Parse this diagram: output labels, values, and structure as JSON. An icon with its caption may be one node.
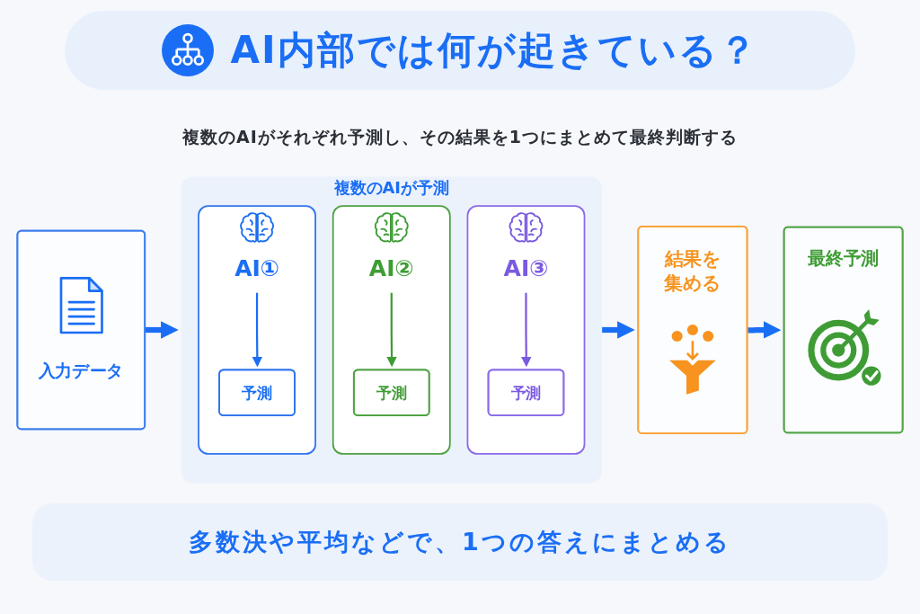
{
  "diagram": {
    "title": "AI内部では何が起きている？",
    "nodes": [
      {
        "text": [
          "入力データ"
        ]
      },
      {
        "text": [
          "複数のAIが予測"
        ]
      },
      {
        "text": [],
        "shape": "box",
        "in": 1
      },
      {
        "text": [
          "AI①"
        ],
        "in": 2
      },
      {
        "text": [
          "予測"
        ],
        "in": 2
      },
      {
        "text": [],
        "shape": "box",
        "in": 1
      },
      {
        "text": [
          "AI②"
        ],
        "in": 5
      },
      {
        "text": [
          "予測"
        ],
        "in": 5
      },
      {
        "text": [],
        "shape": "box",
        "in": 1
      },
      {
        "text": [
          "AI③"
        ],
        "in": 8
      },
      {
        "text": [
          "予測"
        ],
        "in": 8
      },
      {
        "text": [
          "結果を集める"
        ]
      },
      {
        "text": [
          "最終予測"
        ]
      }
    ],
    "edges": [
      {
        "from": 0,
        "to": 1,
        "arrow": "to",
        "style": "thick"
      },
      {
        "from": 3,
        "to": 4,
        "arrow": "to"
      },
      {
        "from": 6,
        "to": 7,
        "arrow": "to",
        "color": "#3f9c35"
      },
      {
        "from": 9,
        "to": 10,
        "arrow": "to",
        "color": "#7a5ae0"
      },
      {
        "from": 1,
        "to": 11,
        "arrow": "to",
        "style": "thick"
      },
      {
        "from": 11,
        "to": 12,
        "arrow": "to",
        "style": "thick"
      }
    ],
    "labels": [
      "複数のAIがそれぞれ予測し、その結果を1つにまとめて最終判断する",
      "多数決や平均などで、1つの答えにまとめる"
    ]
  }
}
